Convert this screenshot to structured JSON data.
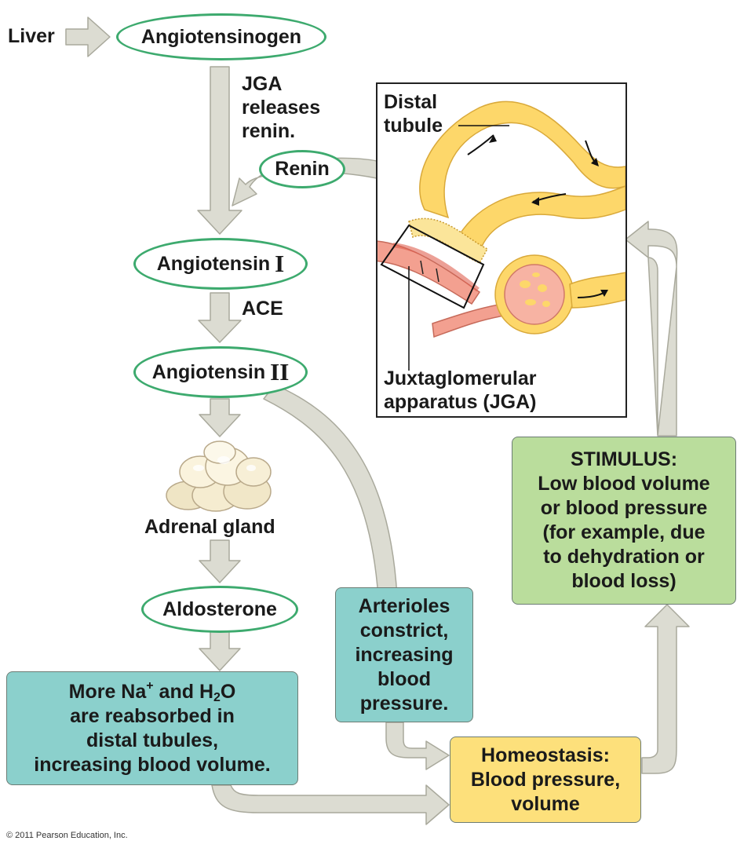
{
  "source": {
    "label": "Liver"
  },
  "nodes": {
    "angiotensinogen": "Angiotensinogen",
    "renin": "Renin",
    "angiotensin1_text": "Angiotensin",
    "angiotensin1_numeral": "I",
    "angiotensin2_text": "Angiotensin",
    "angiotensin2_numeral": "II",
    "aldosterone": "Aldosterone"
  },
  "labels": {
    "jga_release_1": "JGA",
    "jga_release_2": "releases",
    "jga_release_3": "renin.",
    "ace": "ACE",
    "adrenal": "Adrenal gland"
  },
  "inset": {
    "distal_1": "Distal",
    "distal_2": "tubule",
    "jga_1": "Juxtaglomerular",
    "jga_2": "apparatus (JGA)"
  },
  "boxes": {
    "arterioles": [
      "Arterioles",
      "constrict,",
      "increasing",
      "blood",
      "pressure."
    ],
    "stimulus": [
      "STIMULUS:",
      "Low blood volume",
      "or blood pressure",
      "(for example, due",
      "to dehydration or",
      "blood loss)"
    ],
    "homeostasis": [
      "Homeostasis:",
      "Blood pressure,",
      "volume"
    ],
    "reabsorb": {
      "na_prefix": "More Na",
      "na_sup": "+",
      "and_h": " and H",
      "h_sub": "2",
      "o": "O",
      "line2": "are reabsorbed in",
      "line3": "distal tubules,",
      "line4": "increasing blood volume."
    }
  },
  "copyright": "© 2011 Pearson Education, Inc.",
  "colors": {
    "oval_border": "#3daa6e",
    "arrow_fill": "#dcdcd2",
    "arrow_stroke": "#a9a99c",
    "teal_box": "#8bd0cc",
    "green_box": "#badd9c",
    "yellow_box": "#fde07b",
    "tubule": "#fdd76a",
    "vessel": "#f39a8a"
  }
}
